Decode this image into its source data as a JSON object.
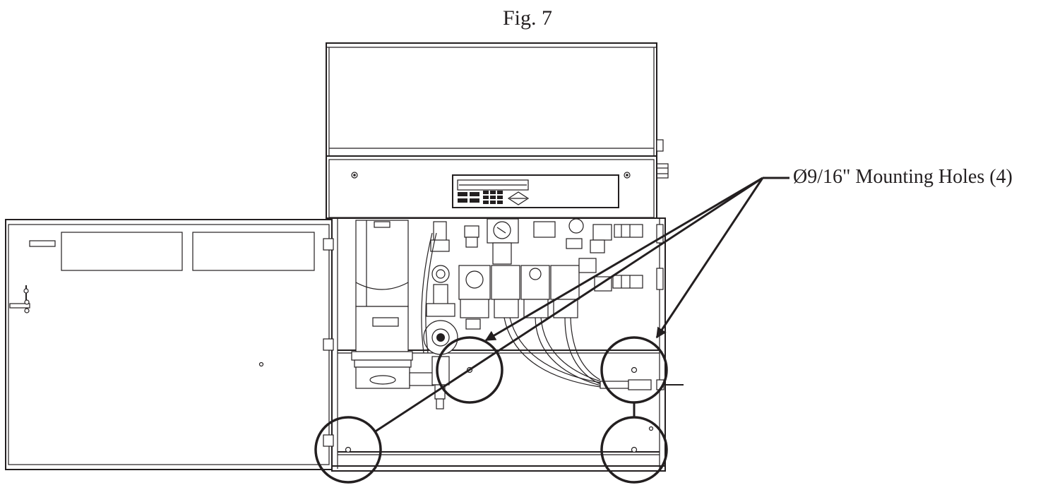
{
  "figure": {
    "title": "Fig. 7",
    "callout": "Ø9/16\" Mounting Holes (4)"
  },
  "components": {
    "enclosure": "equipment-cabinet",
    "door": "open-door-left",
    "controller": "display-keypad-panel",
    "regulators": "filter-regulator-bank",
    "holes_count": 4
  }
}
